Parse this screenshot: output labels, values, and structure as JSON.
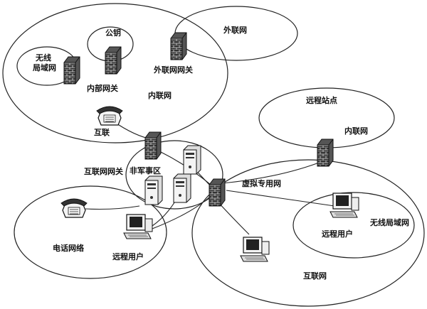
{
  "labels": {
    "extranet": "外联网",
    "public_key": "公钥",
    "wireless_lan_top": "无线",
    "wireless_lan_top2": "局域网",
    "internal_gateway": "内部网关",
    "extranet_gateway": "外联网网关",
    "intranet": "内联网",
    "interconnect_phone": "互联",
    "internet_gateway": "互联网网关",
    "dmz": "非军事区",
    "remote_site": "远程站点",
    "remote_intranet": "内联网",
    "vpn": "虚拟专用网",
    "telephone_network": "电话网络",
    "remote_user_left": "远程用户",
    "remote_user_right": "远程用户",
    "wireless_lan_right": "无线局域网",
    "internet": "互联网"
  },
  "colors": {
    "stroke": "#222222",
    "firewall_fill": "#333333",
    "firewall_line": "#dddddd",
    "device_fill": "#f4f4f4"
  },
  "icons": {
    "firewall": "brick-firewall-icon",
    "server": "server-tower-icon",
    "phone": "telephone-icon",
    "computer": "desktop-computer-icon"
  }
}
